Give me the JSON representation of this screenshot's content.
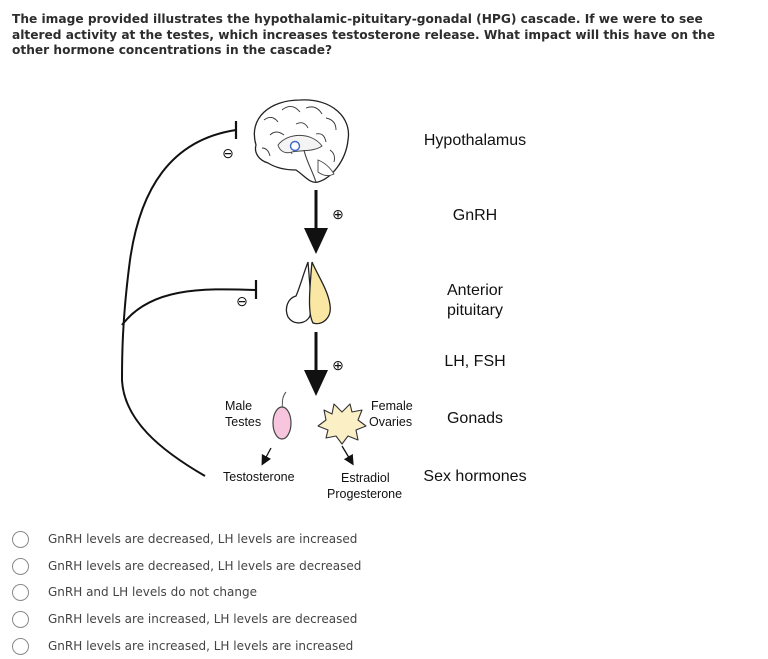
{
  "question": "The image provided illustrates the hypothalamic-pituitary-gonadal (HPG) cascade. If we were to see altered activity at the testes, which increases testosterone release. What impact will this have on the other hormone concentrations in the cascade?",
  "diagram": {
    "right_labels": {
      "hypothalamus": "Hypothalamus",
      "gnrh": "GnRH",
      "anterior_line1": "Anterior",
      "anterior_line2": "pituitary",
      "lh_fsh": "LH, FSH",
      "gonads": "Gonads",
      "sex_hormones": "Sex hormones"
    },
    "male_line1": "Male",
    "male_line2": "Testes",
    "female_line1": "Female",
    "female_line2": "Ovaries",
    "testosterone": "Testosterone",
    "estradiol": "Estradiol",
    "progesterone": "Progesterone",
    "plus_sign": "⊕",
    "minus_sign": "⊖"
  },
  "options": [
    {
      "label": "GnRH levels are decreased, LH levels are increased"
    },
    {
      "label": "GnRH levels are decreased, LH levels are decreased"
    },
    {
      "label": "GnRH and LH levels do not change"
    },
    {
      "label": "GnRH levels are increased, LH levels are decreased"
    },
    {
      "label": "GnRH levels are increased, LH levels are increased"
    }
  ]
}
